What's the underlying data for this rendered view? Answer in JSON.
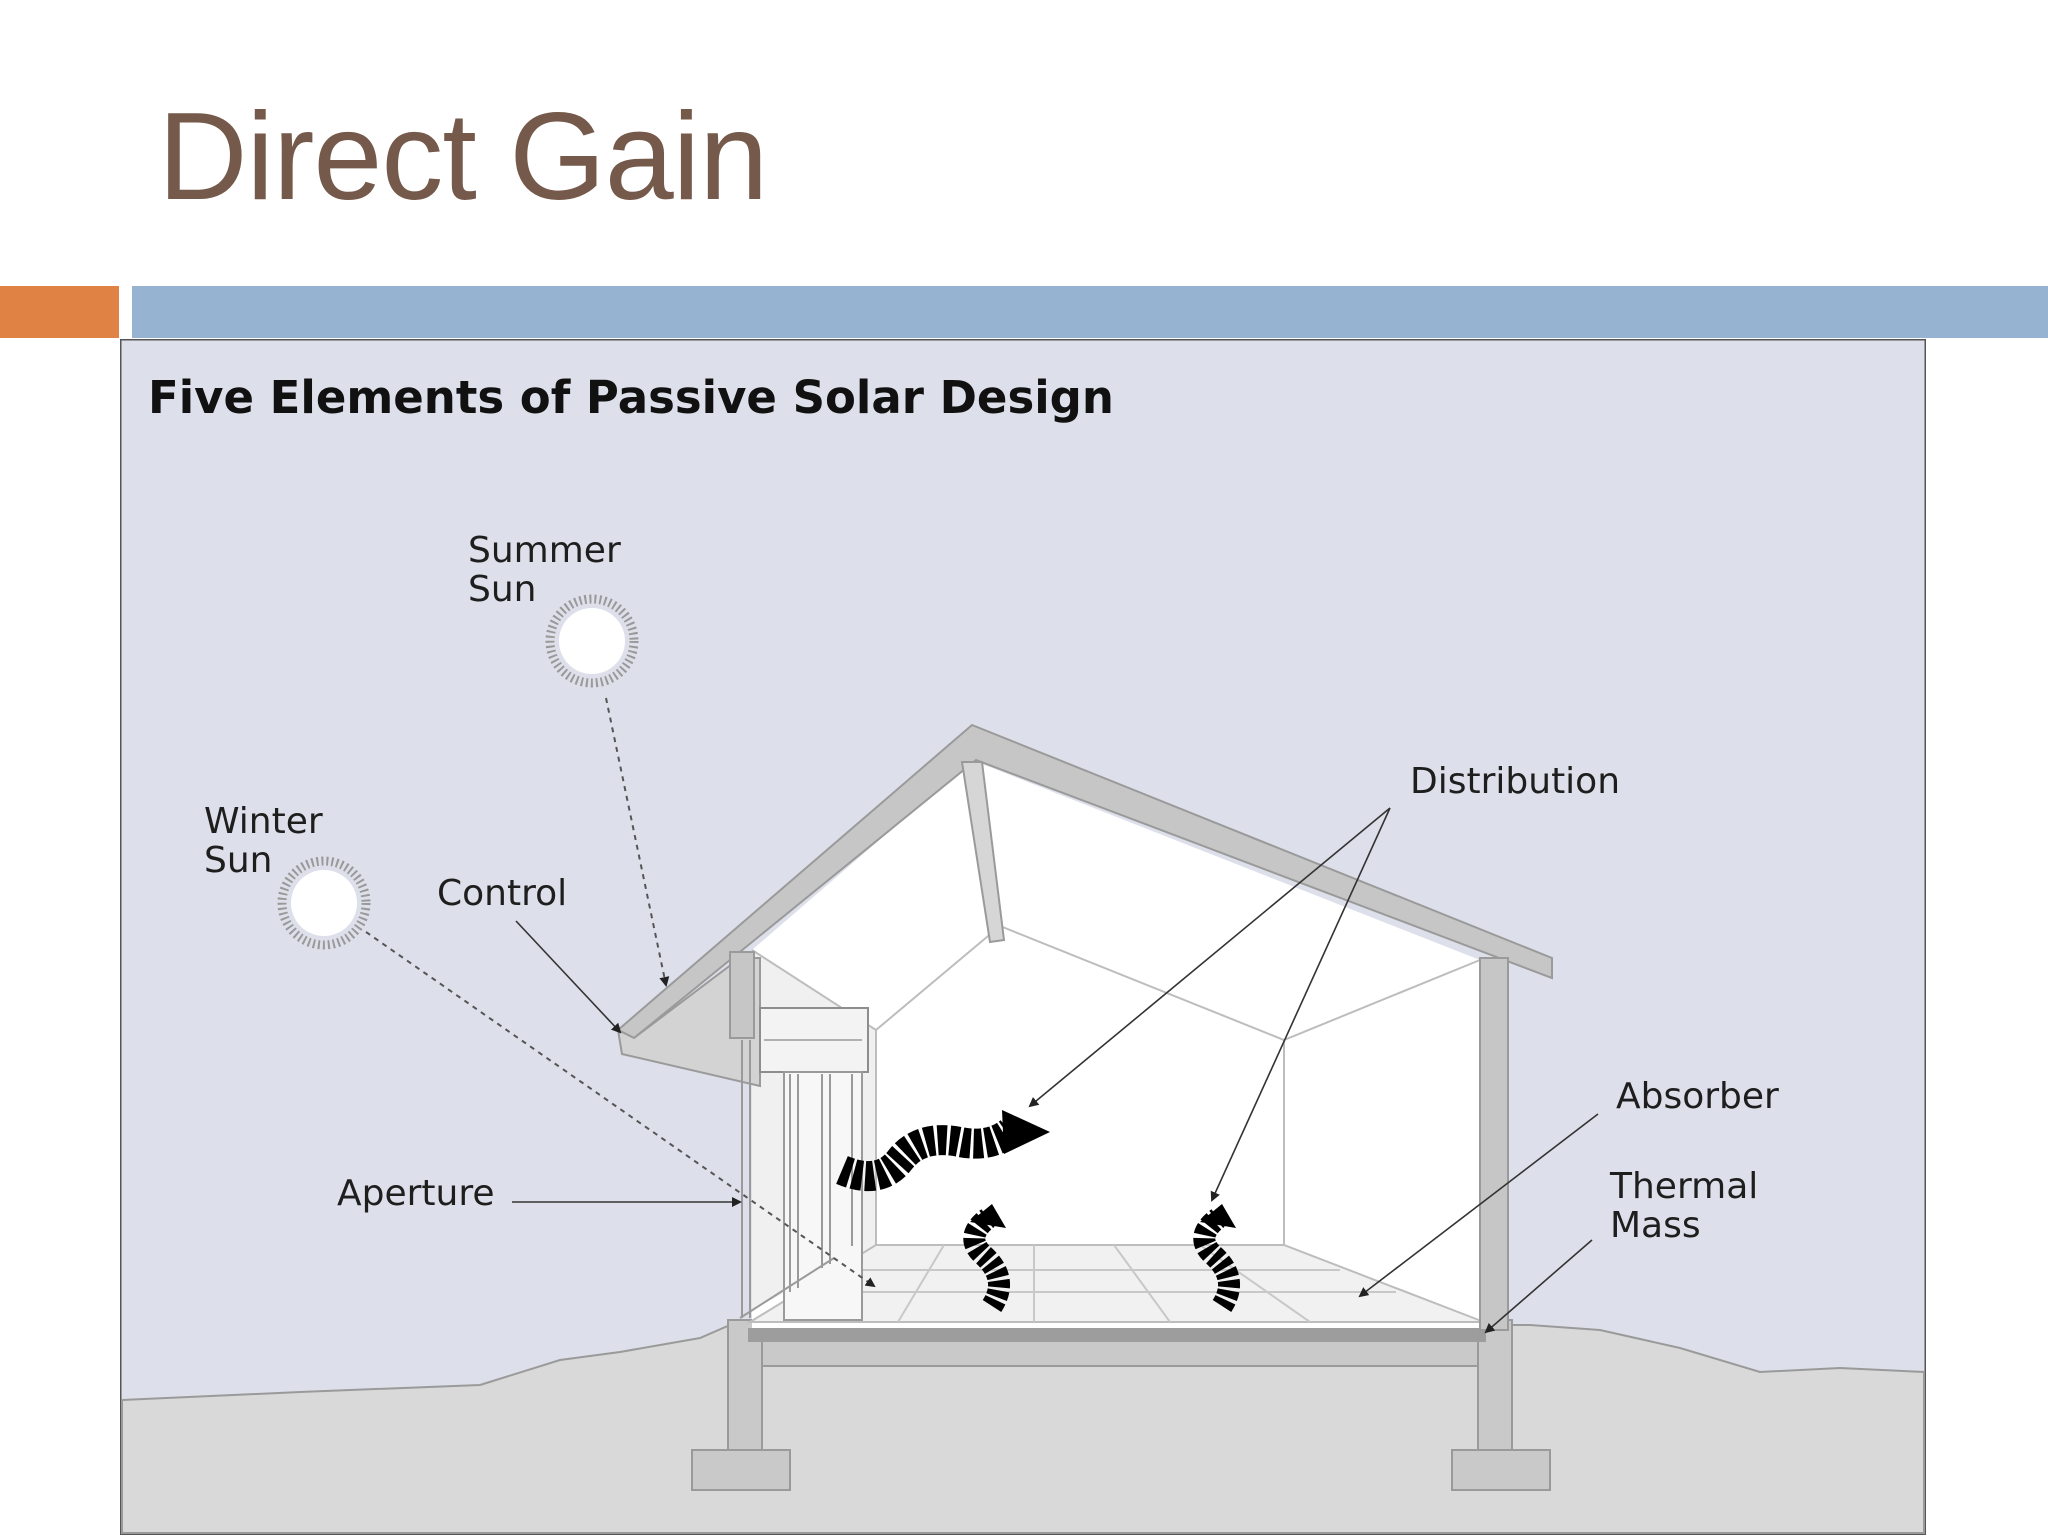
{
  "slide": {
    "title": "Direct Gain",
    "accent_colors": {
      "orange": "#df8243",
      "blue": "#96b3d1",
      "title": "#75594a"
    }
  },
  "diagram": {
    "title": "Five Elements of Passive Solar Design",
    "labels": {
      "summer_sun": [
        "Summer",
        "Sun"
      ],
      "winter_sun": [
        "Winter",
        "Sun"
      ],
      "control": "Control",
      "aperture": "Aperture",
      "distribution": "Distribution",
      "absorber": "Absorber",
      "thermal_mass": [
        "Thermal",
        "Mass"
      ]
    },
    "colors": {
      "sky": "#dde0ea",
      "ground": "#d9d9d9",
      "structure": "#c4c4c4",
      "interior": "#ffffff"
    }
  }
}
